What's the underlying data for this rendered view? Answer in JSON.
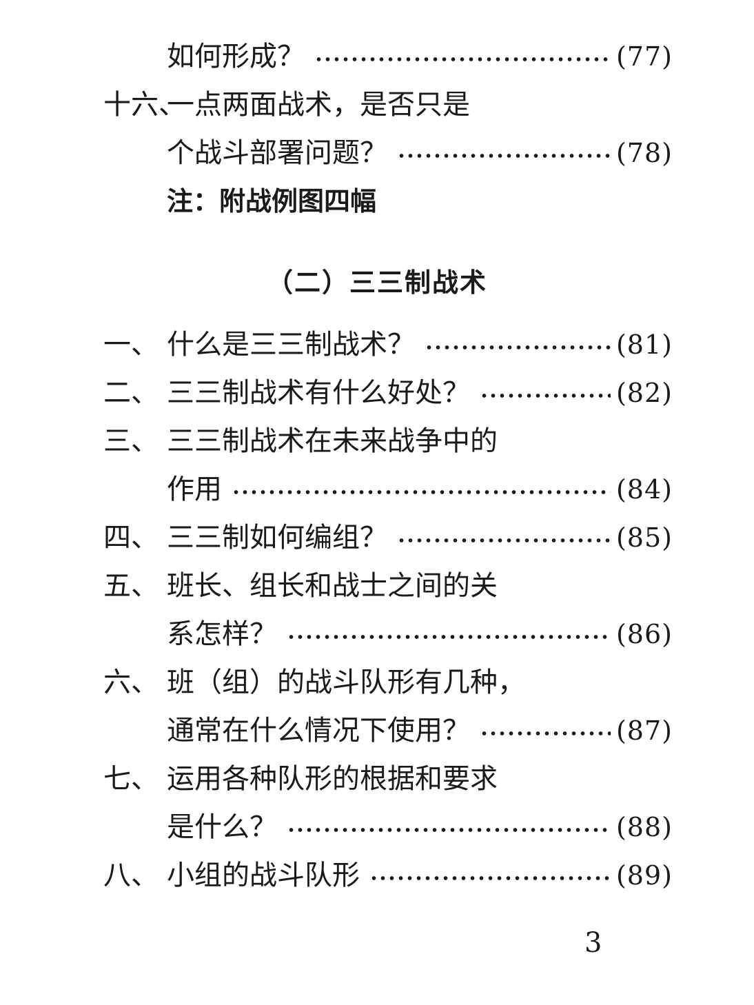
{
  "prev_section": {
    "entries": [
      {
        "num": "",
        "title": "如何形成？",
        "page": "(77)"
      },
      {
        "num": "十六、",
        "title": "一点两面战术，是否只是",
        "page": ""
      },
      {
        "num": "",
        "title": "个战斗部署问题？",
        "page": "(78)"
      }
    ],
    "note": "注：附战例图四幅"
  },
  "section": {
    "title": "（二）三三制战术",
    "entries": [
      {
        "num": "一、",
        "title": "什么是三三制战术？",
        "page": "(81)"
      },
      {
        "num": "二、",
        "title": "三三制战术有什么好处？",
        "page": "(82)"
      },
      {
        "num": "三、",
        "title": "三三制战术在未来战争中的",
        "page": ""
      },
      {
        "num": "",
        "title": "作用",
        "page": "(84)"
      },
      {
        "num": "四、",
        "title": "三三制如何编组？",
        "page": "(85)"
      },
      {
        "num": "五、",
        "title": "班长、组长和战士之间的关",
        "page": ""
      },
      {
        "num": "",
        "title": "系怎样？",
        "page": "(86)"
      },
      {
        "num": "六、",
        "title": "班（组）的战斗队形有几种，",
        "page": ""
      },
      {
        "num": "",
        "title": "通常在什么情况下使用？",
        "page": "(87)"
      },
      {
        "num": "七、",
        "title": "运用各种队形的根据和要求",
        "page": ""
      },
      {
        "num": "",
        "title": "是什么？",
        "page": "(88)"
      },
      {
        "num": "八、",
        "title": "小组的战斗队形",
        "page": "(89)"
      }
    ]
  },
  "page_number": "3"
}
